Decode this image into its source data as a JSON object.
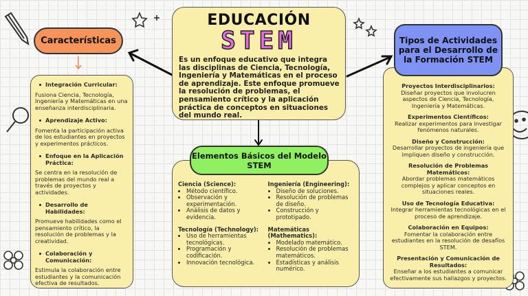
{
  "center": {
    "title_line1": "EDUCACIÓN",
    "title_line2": "STEM",
    "description": "Es un enfoque educativo que integra las disciplinas de Ciencia, Tecnología, Ingeniería y Matemáticas en el proceso de aprendizaje. Este enfoque promueve la resolución de problemas, el pensamiento crítico y la aplicación práctica de conceptos en situaciones del mundo real."
  },
  "left": {
    "title": "Características",
    "items": [
      {
        "heading": "Integración Curricular:",
        "body": "Fusiona Ciencia, Tecnología, Ingeniería y Matemáticas en una enseñanza interdisciplinaria."
      },
      {
        "heading": "Aprendizaje Activo:",
        "body": "Fomenta la participación activa de los estudiantes en proyectos y experimentos prácticos."
      },
      {
        "heading": "Enfoque en la Aplicación Práctica:",
        "body": "Se centra en la resolución de problemas del mundo real a través de proyectos y actividades."
      },
      {
        "heading": "Desarrollo de Habilidades:",
        "body": "Promueve habilidades como el pensamiento crítico, la resolución de problemas y la creatividad."
      },
      {
        "heading": "Colaboración y Comunicación:",
        "body": "Estimula la colaboración entre estudiantes y la comunicación efectiva de resultados."
      }
    ]
  },
  "right": {
    "title": "Tipos de Actividades para el Desarrollo de la Formación STEM",
    "items": [
      {
        "heading": "Proyectos Interdisciplinarios:",
        "body": "Diseñar proyectos que involucren aspectos de Ciencia, Tecnología, Ingeniería y Matemáticas."
      },
      {
        "heading": "Experimentos Científicos:",
        "body": "Realizar experimentos para investigar fenómenos naturales."
      },
      {
        "heading": "Diseño y Construcción:",
        "body": "Desarrollar proyectos de ingeniería que impliquen diseño y construcción."
      },
      {
        "heading": "Resolución de Problemas Matemáticos:",
        "body": "Abordar problemas matemáticos complejos y aplicar conceptos en situaciones reales."
      },
      {
        "heading": "Uso de Tecnología Educativa:",
        "body": "Integrar herramientas tecnológicas en el proceso de aprendizaje."
      },
      {
        "heading": "Colaboración en Equipos:",
        "body": "Fomentar la colaboración entre estudiantes en la resolución de desafíos STEM."
      },
      {
        "heading": "Presentación y Comunicación de Resultados:",
        "body": "Enseñar a los estudiantes a comunicar efectivamente sus hallazgos y proyectos."
      }
    ]
  },
  "bottom": {
    "title": "Elementos Básicos del Modelo STEM",
    "columns": [
      [
        {
          "heading": "Ciencia (Science):",
          "items": [
            "Método científico.",
            "Observación y experimentación.",
            "Análisis de datos y evidencia."
          ]
        },
        {
          "heading": "Tecnología (Technology):",
          "items": [
            "Uso de herramientas tecnológicas.",
            "Programación y codificación.",
            "Innovación tecnológica."
          ]
        }
      ],
      [
        {
          "heading": "Ingeniería (Engineering):",
          "items": [
            "Diseño de soluciones.",
            "Resolución de problemas de diseño.",
            "Construcción y prototipado."
          ]
        },
        {
          "heading": "Matemáticas (Mathematics):",
          "items": [
            "Modelado matemático.",
            "Resolución de problemas matemáticos.",
            "Estadísticas y análisis numérico."
          ]
        }
      ]
    ]
  },
  "decorations": [
    "pencil-icon",
    "magnifier-icon",
    "star-icon",
    "smiley-icon",
    "flower-icon"
  ]
}
